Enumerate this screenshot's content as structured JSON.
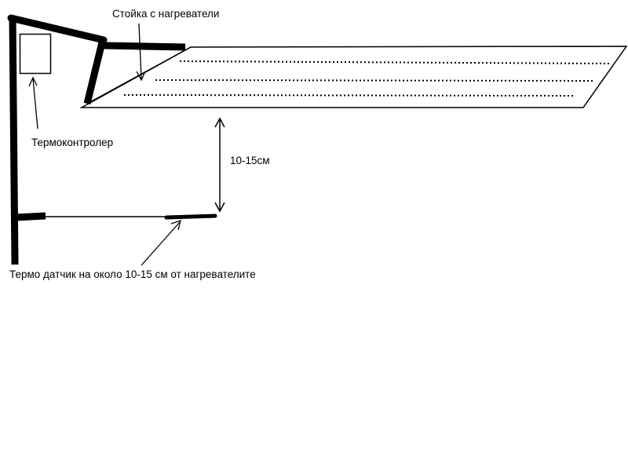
{
  "labels": {
    "rack": "Стойка с нагреватели",
    "controller": "Термоконтролер",
    "distance": "10-15см",
    "sensor": "Термо датчик на около 10-15 см от нагревателите"
  },
  "colors": {
    "ink": "#000000",
    "background": "#ffffff"
  }
}
